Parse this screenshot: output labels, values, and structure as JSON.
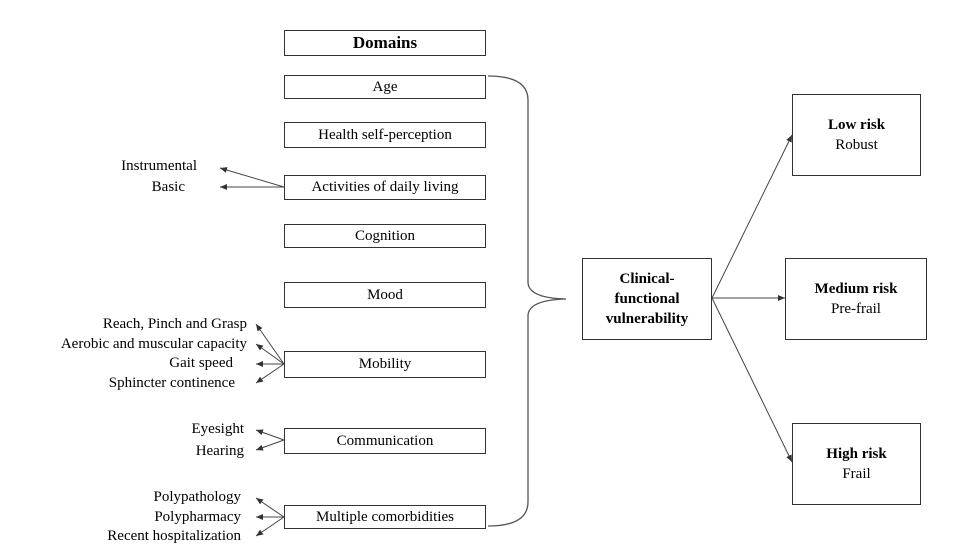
{
  "header": "Domains",
  "domains": [
    {
      "label": "Age"
    },
    {
      "label": "Health self-perception"
    },
    {
      "label": "Activities of daily living",
      "subitems": [
        "Instrumental",
        "Basic"
      ]
    },
    {
      "label": "Cognition"
    },
    {
      "label": "Mood"
    },
    {
      "label": "Mobility",
      "subitems": [
        "Reach, Pinch and Grasp",
        "Aerobic and muscular capacity",
        "Gait speed",
        "Sphincter continence"
      ]
    },
    {
      "label": "Communication",
      "subitems": [
        "Eyesight",
        "Hearing"
      ]
    },
    {
      "label": "Multiple comorbidities",
      "subitems": [
        "Polypathology",
        "Polypharmacy",
        "Recent hospitalization"
      ]
    }
  ],
  "center": [
    "Clinical-",
    "functional",
    "vulnerability"
  ],
  "outcomes": [
    {
      "risk": "Low risk",
      "status": "Robust"
    },
    {
      "risk": "Medium risk",
      "status": "Pre-frail"
    },
    {
      "risk": "High risk",
      "status": "Frail"
    }
  ]
}
